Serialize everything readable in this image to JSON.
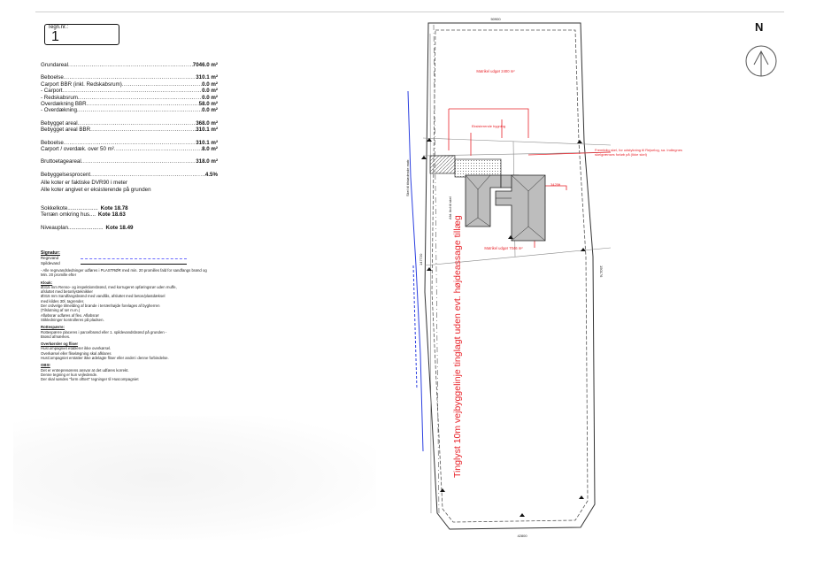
{
  "header": {
    "tegn_label": "Tegn.nr.:",
    "tegn_number": "1"
  },
  "areas": [
    {
      "label": "Grundareal",
      "value": "7046.0 m²",
      "gap_after": true
    },
    {
      "label": "Beboelse",
      "value": "310.1 m²"
    },
    {
      "label": "Carport BBR (inkl. Redskabsrum)",
      "value": "0.0 m²"
    },
    {
      "label": "- Carport",
      "value": "0.0 m²"
    },
    {
      "label": "- Redskabsrum",
      "value": "0.0 m²"
    },
    {
      "label": "Overdækning BBR",
      "value": "58.0 m²"
    },
    {
      "label": "- Overdækning",
      "value": "0.0 m²",
      "gap_after": true
    },
    {
      "label": "Bebygget areal",
      "value": "368.0 m²"
    },
    {
      "label": "Bebygget areal BBR",
      "value": "310.1 m²",
      "gap_after": true
    },
    {
      "label": "Beboelse",
      "value": "310.1 m²"
    },
    {
      "label": "Carport / overdæk. over 50 m²",
      "value": "8.0 m²",
      "gap_after": true
    },
    {
      "label": "Bruttoetageareal",
      "value": "318.0 m²",
      "gap_after": true
    },
    {
      "label": "Bebyggelsesprocent",
      "value": "4.5%"
    }
  ],
  "kote_note_1": "Alle koter er faktiske DVR90 i meter",
  "kote_note_2": "Alle koter angivet er eksisterende på grunden",
  "koter": [
    {
      "label": "Sokkelkote",
      "value": "Kote 18.78"
    },
    {
      "label": "Terræn omkring hus",
      "value": "Kote 18.63"
    }
  ],
  "niveau": {
    "label": "Niveauplan",
    "value": "Kote 18.49"
  },
  "legend": {
    "title": "Signatur:",
    "items": [
      "Regnvand",
      "Spildevand"
    ]
  },
  "notes": {
    "intro": "- Alle regnvandsledninger udføres i PLASTRØR med min. 20 promilles fald for sandfangs brønd og Min. 20 promille efter",
    "kloak_title": "Kloak:",
    "kloak": [
      "Ø315 mm Renso- og inspektionsbrønd, med korrugeret opføringsrør uden muffe,",
      "afsluttet med betonlysteknikker",
      "Ø315 mm Sandfangsbrønd med vandlås, afsluttet med beton/plastdæksel",
      "med kildes 30l. tagrender.",
      "Der ordvelge tilmelding af brønde i terrænhøjde forelages af bygherren",
      "(Tilslutning af rør m.m.)",
      "Afløbsrør udføres af flex. Afløbsrør",
      "Stikledninger kontrolleres på pladsen."
    ],
    "rotte_title": "Rottespærre:",
    "rotte": [
      "Rottespærre placeres i parcelbrønd eller 1. spildevandsbrønd på grunden -",
      "Brønd afmærkes."
    ],
    "ovr_title": "Overkørsler og fliser",
    "ovr": [
      "Husl.ompagniet etablerer ikke overkørsel.",
      "Overkørsel eller fliselægning skal afklares",
      "HusCompagniet erstatter ikke ødelagte fliser eller andet i denne forbindelse."
    ],
    "obs_title": "OBS!",
    "obs": [
      "Det er entreprenørens ansvar at det udføres korrekt.",
      "Denne tegning er kun vejledende.",
      "Der skal søndes \"form ofttert\" tegninger til Huscompagniet"
    ]
  },
  "compass": {
    "label": "N"
  },
  "plan": {
    "top_dimension": "50900",
    "bottom_dimension": "42800",
    "left_dimension": "147720",
    "right_dimension": "150176",
    "label_top": "Matrikel udgør 2400 m²",
    "label_building": "Matrikel udgør 7046 m²",
    "label_existing": "Eksisterende bygning",
    "label_road_note": "Fremtidig skel, for udstykning til Rejselog, sa. Indtegnes skelgrænses forløb på (Ikke skel)",
    "label_distance": "3425ft",
    "label_vertical_left": "Skel til tilstødende matr.",
    "label_vertical_building": "Afd. ibd til skel",
    "tinglyst_text": "Tinglyst 10m vejbyggelinje tinglagt uden evt. højdeassage tillæg",
    "colors": {
      "red": "#e8232a",
      "blue": "#2b3fe0",
      "line": "#333333"
    }
  }
}
